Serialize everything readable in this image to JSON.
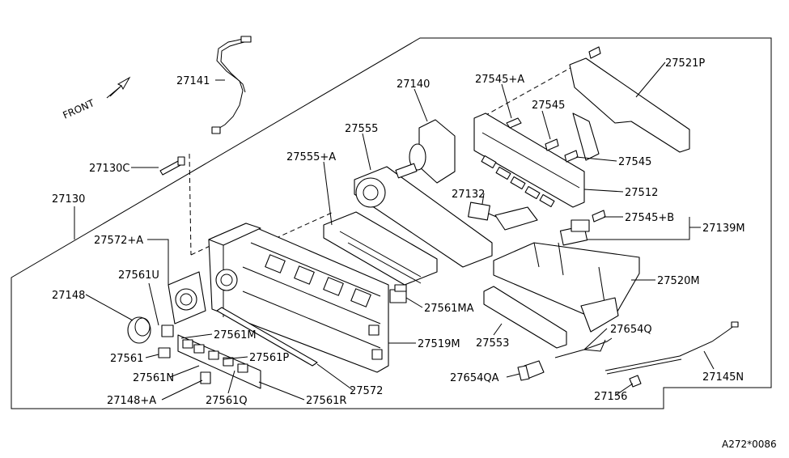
{
  "labels": {
    "l27141": "27141",
    "l27140": "27140",
    "l27545A": "27545+A",
    "l27521P": "27521P",
    "l27545a": "27545",
    "l27555": "27555",
    "l27545b": "27545",
    "l27555A": "27555+A",
    "l27130C": "27130C",
    "l27512": "27512",
    "l27132": "27132",
    "l27130": "27130",
    "l27545B": "27545+B",
    "l27139M": "27139M",
    "l27572A": "27572+A",
    "l27561U": "27561U",
    "l27520M": "27520M",
    "l27148": "27148",
    "l27561MA": "27561MA",
    "l27561M": "27561M",
    "l27654Q": "27654Q",
    "l27519M": "27519M",
    "l27553": "27553",
    "l27561": "27561",
    "l27561P": "27561P",
    "l27561N": "27561N",
    "l27145N": "27145N",
    "l27654QA": "27654QA",
    "l27572": "27572",
    "l27148A": "27148+A",
    "l27561Q": "27561Q",
    "l27561R": "27561R",
    "l27156": "27156"
  },
  "front_text": "FRONT",
  "ref_code": "A272*0086"
}
